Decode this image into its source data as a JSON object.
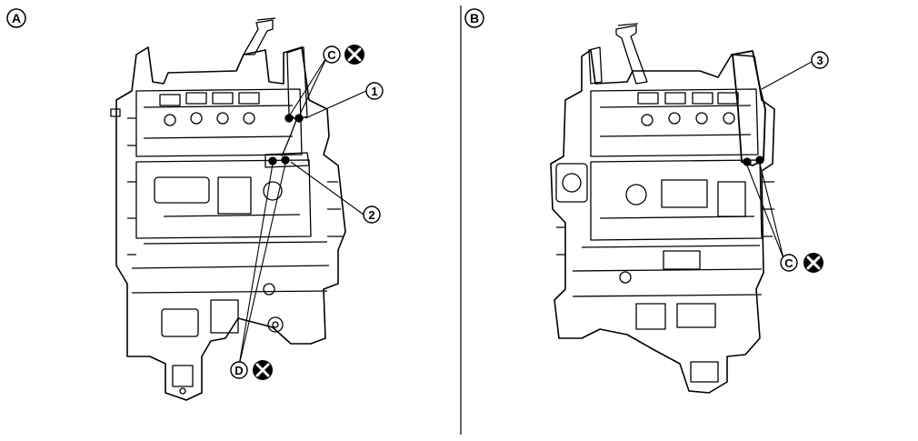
{
  "panels": [
    {
      "label": "A"
    },
    {
      "label": "B"
    }
  ],
  "callouts": {
    "one": "1",
    "two": "2",
    "three": "3",
    "c": "C",
    "d": "D"
  },
  "colors": {
    "line": "#000000",
    "background": "#ffffff"
  },
  "icons": {
    "do_not_reuse": "x-circle-icon"
  }
}
